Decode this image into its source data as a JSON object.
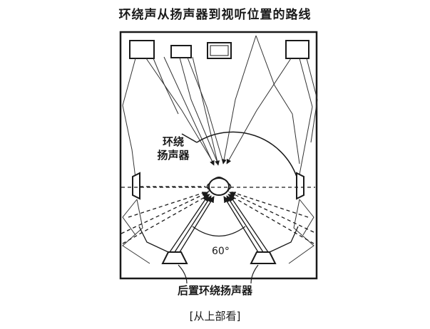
{
  "title": "环绕声从扬声器到视听位置的路线",
  "labels": {
    "surround_speakers": "环绕扬声器",
    "surround_speakers_line1": "环绕",
    "surround_speakers_line2": "扬声器",
    "back_surround_speakers": "后置环绕扬声器",
    "angle": "60°",
    "view_note": "[从上部看]"
  }
}
